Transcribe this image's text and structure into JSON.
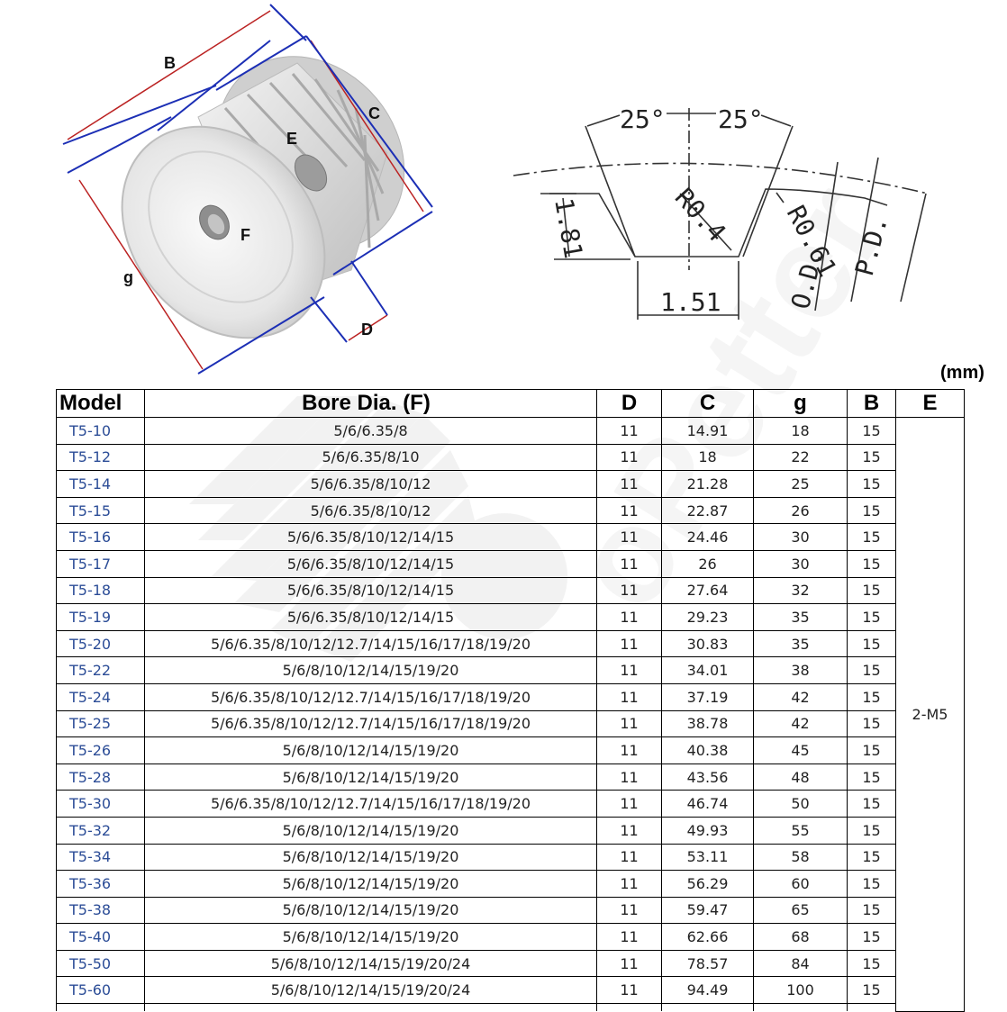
{
  "illustration": {
    "labels": {
      "b": "B",
      "c": "C",
      "e": "E",
      "f": "F",
      "g": "g",
      "d": "D"
    },
    "tooth_profile": {
      "angle_left": "25°",
      "angle_right": "25°",
      "tooth_height": "1.81",
      "root_radius": "R0.4",
      "tip_radius": "R0.61",
      "tooth_width": "1.51",
      "outer_dia": "O.D.",
      "pitch_dia": "P.D."
    }
  },
  "watermark": {
    "text": "oPetter"
  },
  "table": {
    "unit": "(mm)",
    "headers": {
      "model": "Model",
      "bore": "Bore Dia. (F)",
      "d": "D",
      "c": "C",
      "g": "g",
      "b": "B",
      "e": "E"
    },
    "thread": "2-M5",
    "rows": [
      {
        "model": "T5-10",
        "bore": "5/6/6.35/8",
        "d": "11",
        "c": "14.91",
        "g": "18",
        "b": "15"
      },
      {
        "model": "T5-12",
        "bore": "5/6/6.35/8/10",
        "d": "11",
        "c": "18",
        "g": "22",
        "b": "15"
      },
      {
        "model": "T5-14",
        "bore": "5/6/6.35/8/10/12",
        "d": "11",
        "c": "21.28",
        "g": "25",
        "b": "15"
      },
      {
        "model": "T5-15",
        "bore": "5/6/6.35/8/10/12",
        "d": "11",
        "c": "22.87",
        "g": "26",
        "b": "15"
      },
      {
        "model": "T5-16",
        "bore": "5/6/6.35/8/10/12/14/15",
        "d": "11",
        "c": "24.46",
        "g": "30",
        "b": "15"
      },
      {
        "model": "T5-17",
        "bore": "5/6/6.35/8/10/12/14/15",
        "d": "11",
        "c": "26",
        "g": "30",
        "b": "15"
      },
      {
        "model": "T5-18",
        "bore": "5/6/6.35/8/10/12/14/15",
        "d": "11",
        "c": "27.64",
        "g": "32",
        "b": "15"
      },
      {
        "model": "T5-19",
        "bore": "5/6/6.35/8/10/12/14/15",
        "d": "11",
        "c": "29.23",
        "g": "35",
        "b": "15"
      },
      {
        "model": "T5-20",
        "bore": "5/6/6.35/8/10/12/12.7/14/15/16/17/18/19/20",
        "d": "11",
        "c": "30.83",
        "g": "35",
        "b": "15"
      },
      {
        "model": "T5-22",
        "bore": "5/6/8/10/12/14/15/19/20",
        "d": "11",
        "c": "34.01",
        "g": "38",
        "b": "15"
      },
      {
        "model": "T5-24",
        "bore": "5/6/6.35/8/10/12/12.7/14/15/16/17/18/19/20",
        "d": "11",
        "c": "37.19",
        "g": "42",
        "b": "15"
      },
      {
        "model": "T5-25",
        "bore": "5/6/6.35/8/10/12/12.7/14/15/16/17/18/19/20",
        "d": "11",
        "c": "38.78",
        "g": "42",
        "b": "15"
      },
      {
        "model": "T5-26",
        "bore": "5/6/8/10/12/14/15/19/20",
        "d": "11",
        "c": "40.38",
        "g": "45",
        "b": "15"
      },
      {
        "model": "T5-28",
        "bore": "5/6/8/10/12/14/15/19/20",
        "d": "11",
        "c": "43.56",
        "g": "48",
        "b": "15"
      },
      {
        "model": "T5-30",
        "bore": "5/6/6.35/8/10/12/12.7/14/15/16/17/18/19/20",
        "d": "11",
        "c": "46.74",
        "g": "50",
        "b": "15"
      },
      {
        "model": "T5-32",
        "bore": "5/6/8/10/12/14/15/19/20",
        "d": "11",
        "c": "49.93",
        "g": "55",
        "b": "15"
      },
      {
        "model": "T5-34",
        "bore": "5/6/8/10/12/14/15/19/20",
        "d": "11",
        "c": "53.11",
        "g": "58",
        "b": "15"
      },
      {
        "model": "T5-36",
        "bore": "5/6/8/10/12/14/15/19/20",
        "d": "11",
        "c": "56.29",
        "g": "60",
        "b": "15"
      },
      {
        "model": "T5-38",
        "bore": "5/6/8/10/12/14/15/19/20",
        "d": "11",
        "c": "59.47",
        "g": "65",
        "b": "15"
      },
      {
        "model": "T5-40",
        "bore": "5/6/8/10/12/14/15/19/20",
        "d": "11",
        "c": "62.66",
        "g": "68",
        "b": "15"
      },
      {
        "model": "T5-50",
        "bore": "5/6/8/10/12/14/15/19/20/24",
        "d": "11",
        "c": "78.57",
        "g": "84",
        "b": "15"
      },
      {
        "model": "T5-60",
        "bore": "5/6/8/10/12/14/15/19/20/24",
        "d": "11",
        "c": "94.49",
        "g": "100",
        "b": "15"
      }
    ]
  }
}
